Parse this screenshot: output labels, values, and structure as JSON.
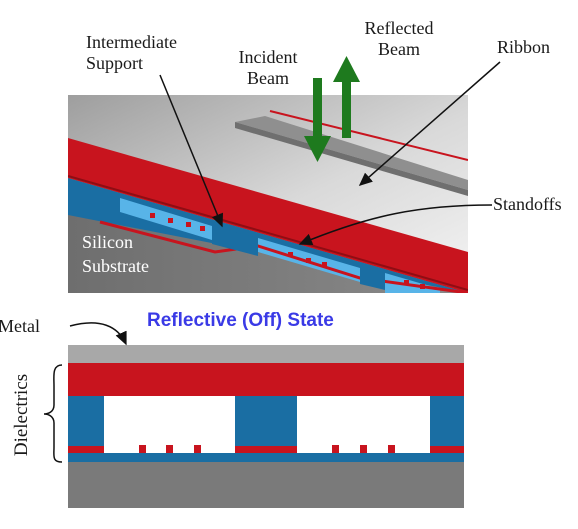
{
  "perspective": {
    "labels": {
      "intermediate_support": [
        "Intermediate",
        "Support"
      ],
      "incident_beam": [
        "Incident",
        "Beam"
      ],
      "reflected_beam": [
        "Reflected",
        "Beam"
      ],
      "ribbon": "Ribbon",
      "standoffs": "Standoffs",
      "silicon_substrate": [
        "Silicon",
        "Substrate"
      ]
    }
  },
  "cross_section": {
    "title": "Reflective (Off) State",
    "metal_label": "Metal",
    "dielectrics_label": "Dielectrics"
  },
  "colors": {
    "metal": "#a8a8a8",
    "dielectric_red": "#c8141e",
    "dielectric_blue": "#1a6ea3",
    "substrate": "#7a7a7a",
    "arrow_green": "#1e7a1e",
    "title_blue": "#3a3ae6"
  }
}
